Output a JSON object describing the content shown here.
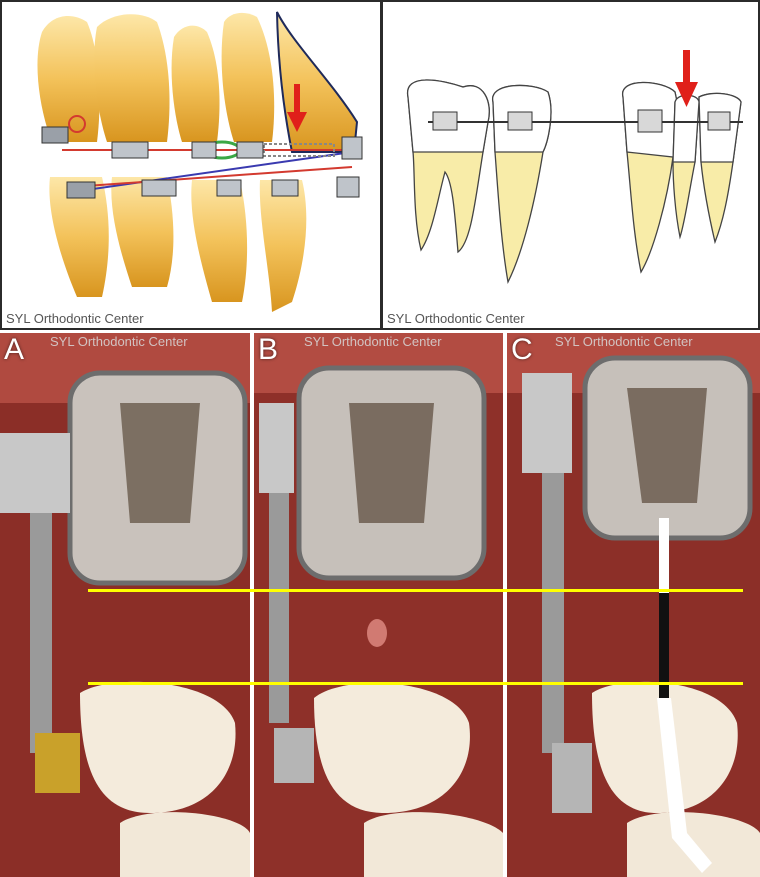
{
  "watermark": "SYL Orthodontic Center",
  "panels": {
    "top_left": {
      "caption": "SYL Orthodontic Center"
    },
    "top_right": {
      "caption": "SYL Orthodontic Center"
    },
    "photo_a": {
      "letter": "A",
      "caption": "SYL Orthodontic Center"
    },
    "photo_b": {
      "letter": "B",
      "caption": "SYL Orthodontic Center"
    },
    "photo_c": {
      "letter": "C",
      "caption": "SYL Orthodontic Center"
    }
  },
  "colors": {
    "guide_line": "#ffff00",
    "arrow": "#e0201a",
    "tooth_illustration": "#f3c25a",
    "gum": "#8e3129"
  }
}
